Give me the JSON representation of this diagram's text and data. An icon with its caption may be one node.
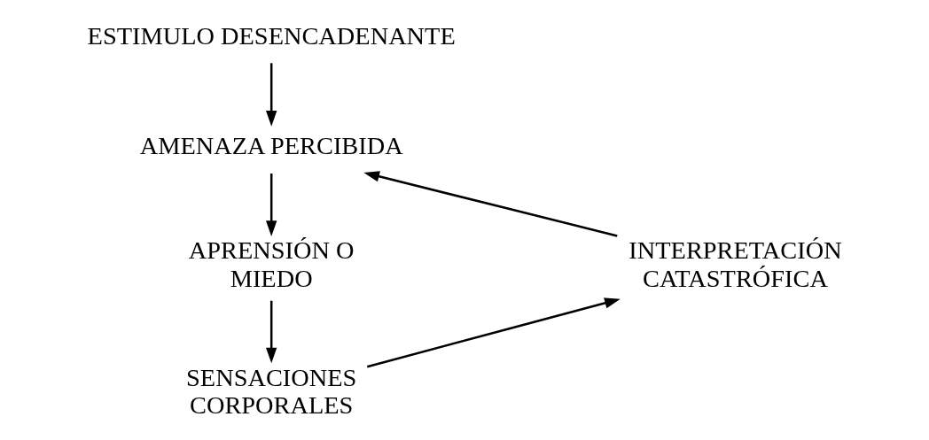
{
  "diagram": {
    "nodes": [
      {
        "text": [
          "ESTIMULO DESENCADENANTE"
        ]
      },
      {
        "text": [
          "AMENAZA PERCIBIDA"
        ]
      },
      {
        "text": [
          "INTERPRETACIÓN CATASTRÓFICA"
        ]
      },
      {
        "text": [
          "APRENSIÓN O MIEDO"
        ]
      },
      {
        "text": [
          "SENSACIONES CORPORALES"
        ]
      }
    ],
    "edges": [
      {
        "from": 0,
        "to": 1,
        "arrow": "to"
      },
      {
        "from": 1,
        "to": 3,
        "arrow": "to"
      },
      {
        "from": 3,
        "to": 4,
        "arrow": "to"
      },
      {
        "from": 4,
        "to": 2,
        "arrow": "to"
      },
      {
        "from": 2,
        "to": 1,
        "arrow": "to"
      }
    ]
  }
}
